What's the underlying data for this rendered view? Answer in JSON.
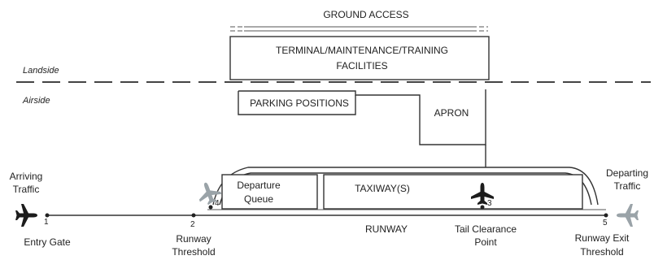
{
  "ground_access": "GROUND ACCESS",
  "facilities": {
    "line1": "TERMINAL/MAINTENANCE/TRAINING",
    "line2": "FACILITIES"
  },
  "zones": {
    "landside": "Landside",
    "airside": "Airside"
  },
  "parking_positions": "PARKING POSITIONS",
  "apron": "APRON",
  "departure_queue": {
    "line1": "Departure",
    "line2": "Queue"
  },
  "taxiways": "TAXIWAY(S)",
  "runway": "RUNWAY",
  "arriving_traffic": {
    "line1": "Arriving",
    "line2": "Traffic"
  },
  "departing_traffic": {
    "line1": "Departing",
    "line2": "Traffic"
  },
  "points": [
    {
      "number": "1",
      "line1": "Entry Gate",
      "line2": ""
    },
    {
      "number": "2",
      "line1": "Runway",
      "line2": "Threshold"
    },
    {
      "number": "3",
      "line1": "Tail Clearance",
      "line2": "Point"
    },
    {
      "number": "4",
      "line1": "",
      "line2": ""
    },
    {
      "number": "5",
      "line1": "Runway Exit",
      "line2": "Threshold"
    }
  ]
}
